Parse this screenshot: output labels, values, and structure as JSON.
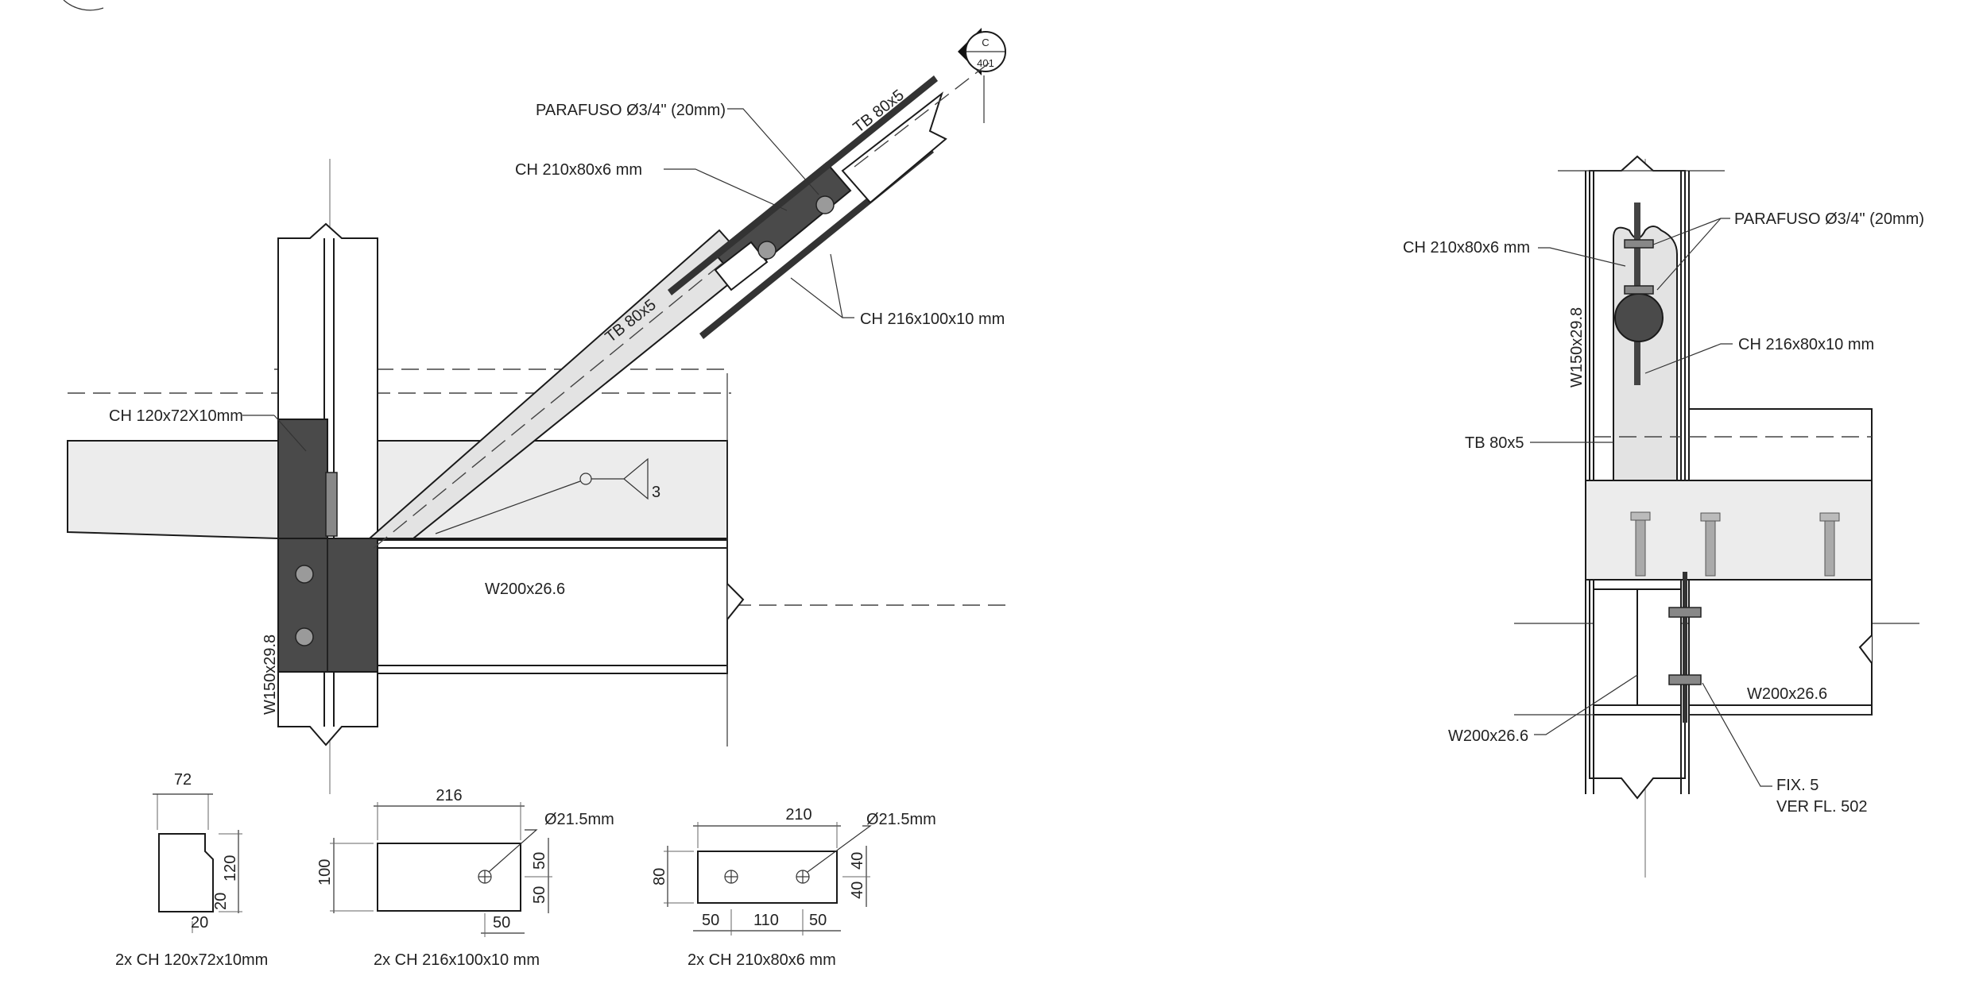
{
  "section_marker": {
    "letter": "C",
    "number": "401"
  },
  "left_detail": {
    "labels": {
      "bolt": "PARAFUSO Ø3/4\" (20mm)",
      "tube_top": "TB 80x5",
      "ch_210": "CH 210x80x6 mm",
      "tube_main": "TB 80x5",
      "ch_216": "CH 216x100x10 mm",
      "ch_120": "CH 120x72X10mm",
      "weld": "3",
      "beam": "W200x26.6",
      "column": "W150x29.8"
    }
  },
  "right_detail": {
    "labels": {
      "ch_210": "CH 210x80x6 mm",
      "bolt": "PARAFUSO Ø3/4\" (20mm)",
      "column": "W150x29.8",
      "ch_216": "CH 216x80x10 mm",
      "tube": "TB 80x5",
      "beam_right": "W200x26.6",
      "beam_left": "W200x26.6",
      "fix": "FIX. 5",
      "ref": "VER FL. 502"
    }
  },
  "plates": [
    {
      "caption": "2x CH 120x72x10mm",
      "dims": {
        "width": "72",
        "height": "120",
        "chamfer_a": "20",
        "chamfer_b": "20"
      }
    },
    {
      "caption": "2x CH 216x100x10 mm",
      "dims": {
        "width": "216",
        "height": "100",
        "hole": "Ø21.5mm",
        "v1": "50",
        "v2": "50",
        "h1": "50"
      }
    },
    {
      "caption": "2x CH 210x80x6 mm",
      "dims": {
        "width": "210",
        "height": "80",
        "hole": "Ø21.5mm",
        "v1": "40",
        "v2": "40",
        "h1": "50",
        "h2": "110",
        "h3": "50"
      }
    }
  ]
}
